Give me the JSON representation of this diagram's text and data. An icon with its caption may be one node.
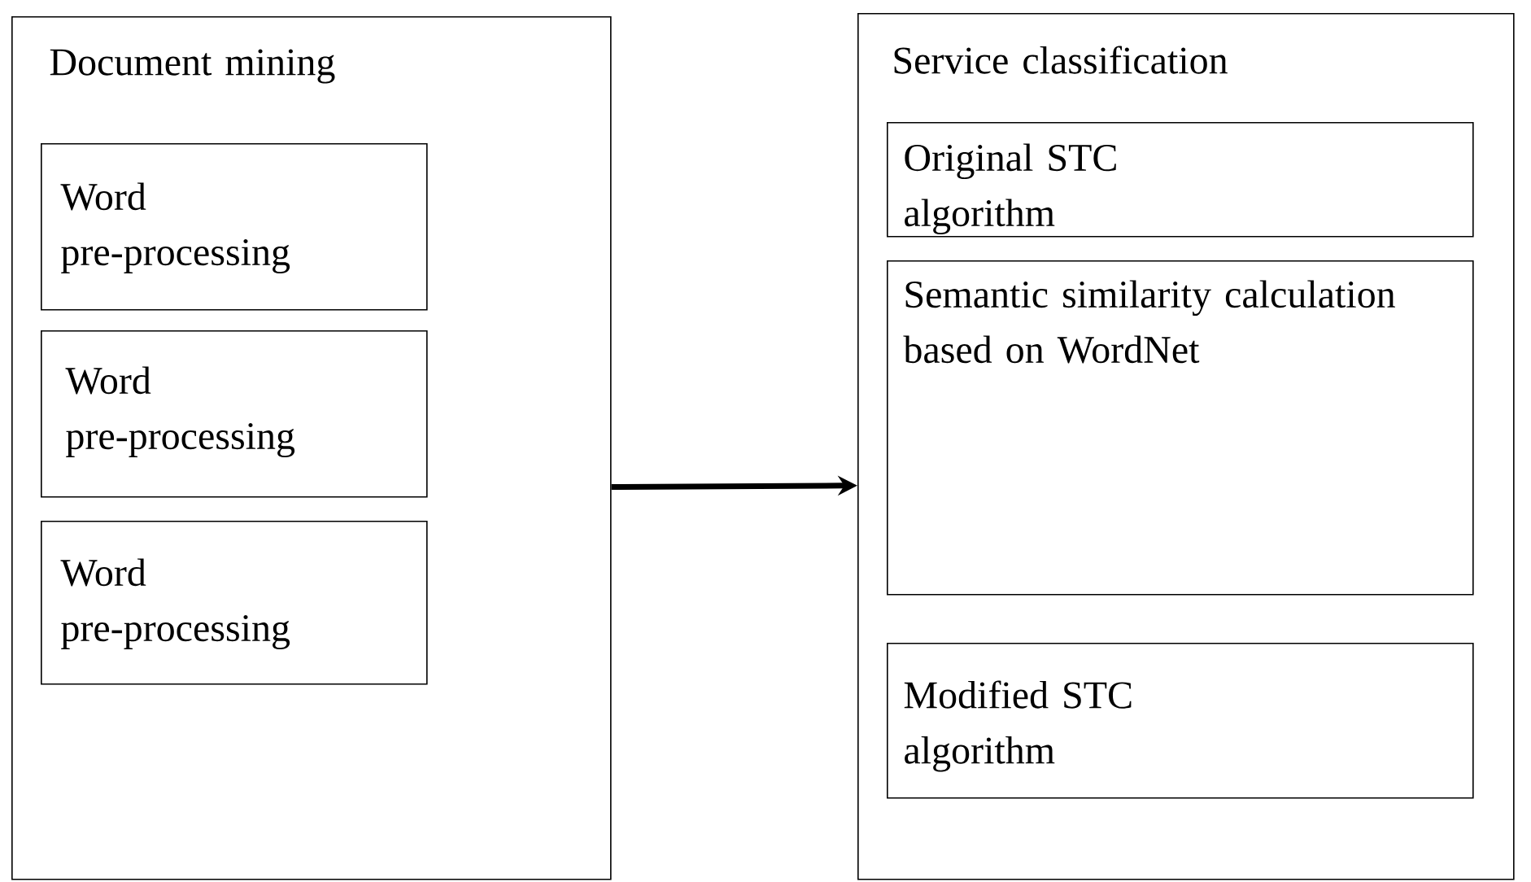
{
  "diagram": {
    "nodes": [
      {
        "text": [
          "Document mining"
        ]
      },
      {
        "text": [
          "Word pre-processing"
        ],
        "in": 0
      },
      {
        "text": [
          "Word pre-processing"
        ],
        "in": 0
      },
      {
        "text": [
          "Word pre-processing"
        ],
        "in": 0
      },
      {
        "text": [
          "Service classification"
        ]
      },
      {
        "text": [
          "Original STC algorithm"
        ],
        "in": 4
      },
      {
        "text": [
          "Semantic similarity calculation based on WordNet"
        ],
        "in": 4
      },
      {
        "text": [
          "Modified STC algorithm"
        ],
        "in": 4
      }
    ],
    "edges": [
      {
        "from": 0,
        "to": 4,
        "arrow": "to"
      }
    ]
  }
}
